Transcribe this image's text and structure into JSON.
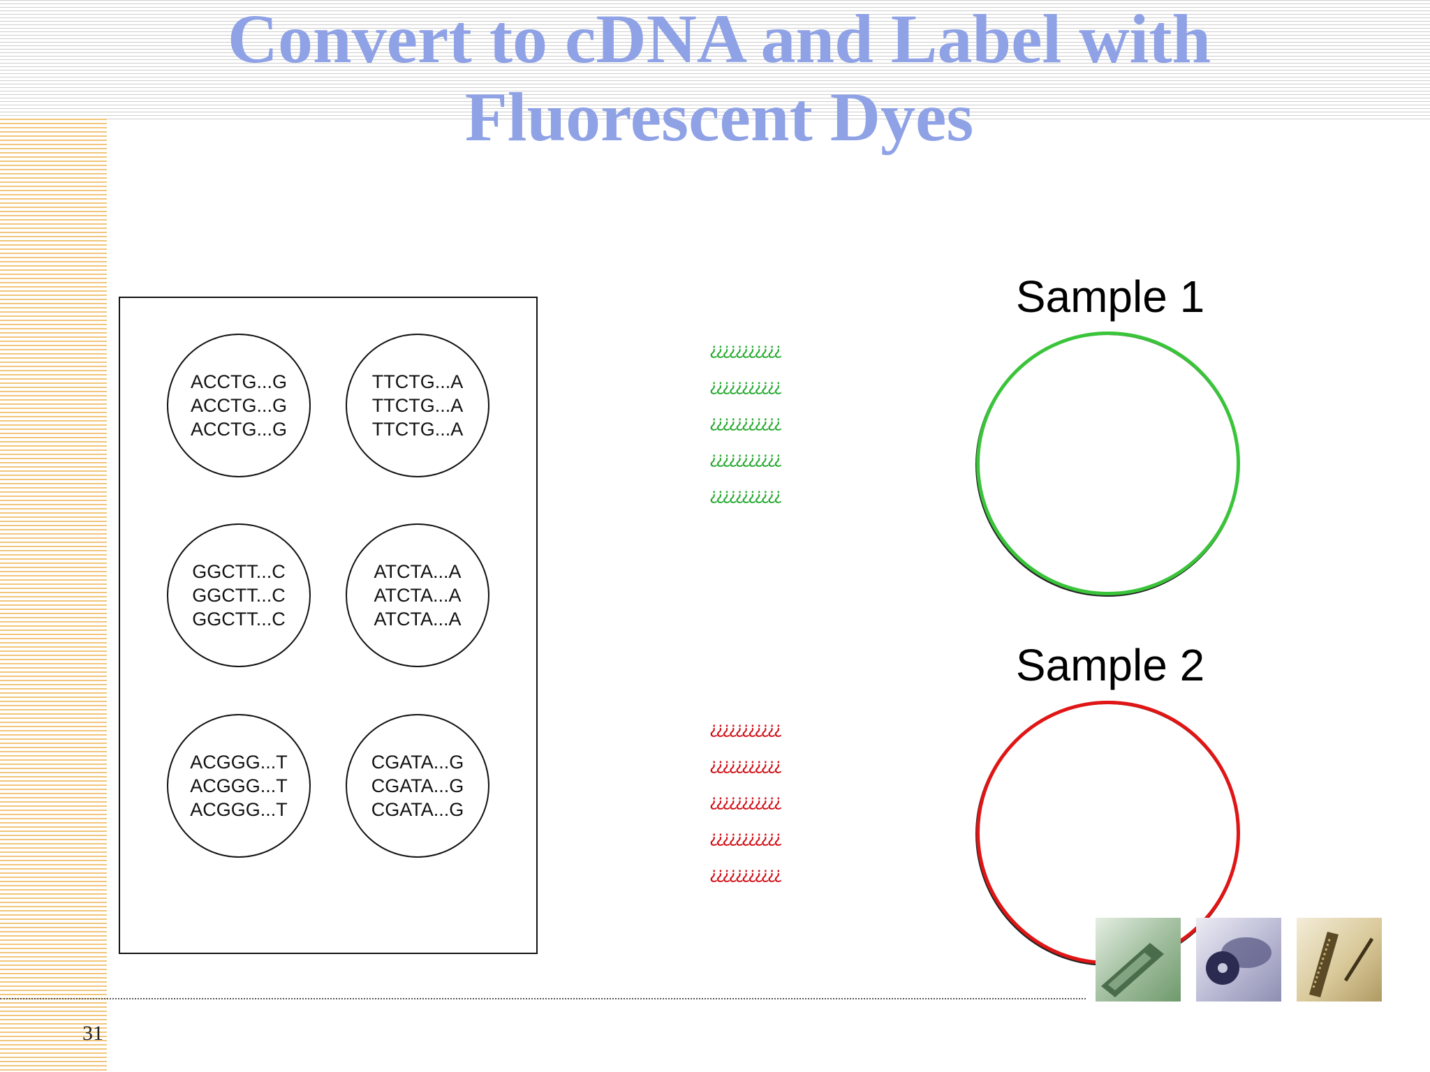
{
  "slide": {
    "title_line1": "Convert to cDNA and Label with",
    "title_line2": "Fluorescent Dyes",
    "slide_number": "31"
  },
  "array_spots": [
    {
      "lines": [
        "ACCTG...G",
        "ACCTG...G",
        "ACCTG...G"
      ]
    },
    {
      "lines": [
        "TTCTG...A",
        "TTCTG...A",
        "TTCTG...A"
      ]
    },
    {
      "lines": [
        "GGCTT...C",
        "GGCTT...C",
        "GGCTT...C"
      ]
    },
    {
      "lines": [
        "ATCTA...A",
        "ATCTA...A",
        "ATCTA...A"
      ]
    },
    {
      "lines": [
        "ACGGG...T",
        "ACGGG...T",
        "ACGGG...T"
      ]
    },
    {
      "lines": [
        "CGATA...G",
        "CGATA...G",
        "CGATA...G"
      ]
    }
  ],
  "dye_rows": {
    "green": [
      "¿¿¿¿¿¿¿¿¿¿¿",
      "¿¿¿¿¿¿¿¿¿¿¿",
      "¿¿¿¿¿¿¿¿¿¿¿",
      "¿¿¿¿¿¿¿¿¿¿¿",
      "¿¿¿¿¿¿¿¿¿¿¿"
    ],
    "red": [
      "¿¿¿¿¿¿¿¿¿¿¿",
      "¿¿¿¿¿¿¿¿¿¿¿",
      "¿¿¿¿¿¿¿¿¿¿¿",
      "¿¿¿¿¿¿¿¿¿¿¿",
      "¿¿¿¿¿¿¿¿¿¿¿"
    ]
  },
  "samples": {
    "sample1_label": "Sample 1",
    "sample2_label": "Sample 2"
  },
  "colors": {
    "title": "#8fa2e6",
    "green_dye": "#23a92d",
    "red_dye": "#d10b12"
  },
  "icons": [
    "microarray-chip-photo-icon",
    "disc-photo-icon",
    "microchip-tweezers-photo-icon"
  ]
}
